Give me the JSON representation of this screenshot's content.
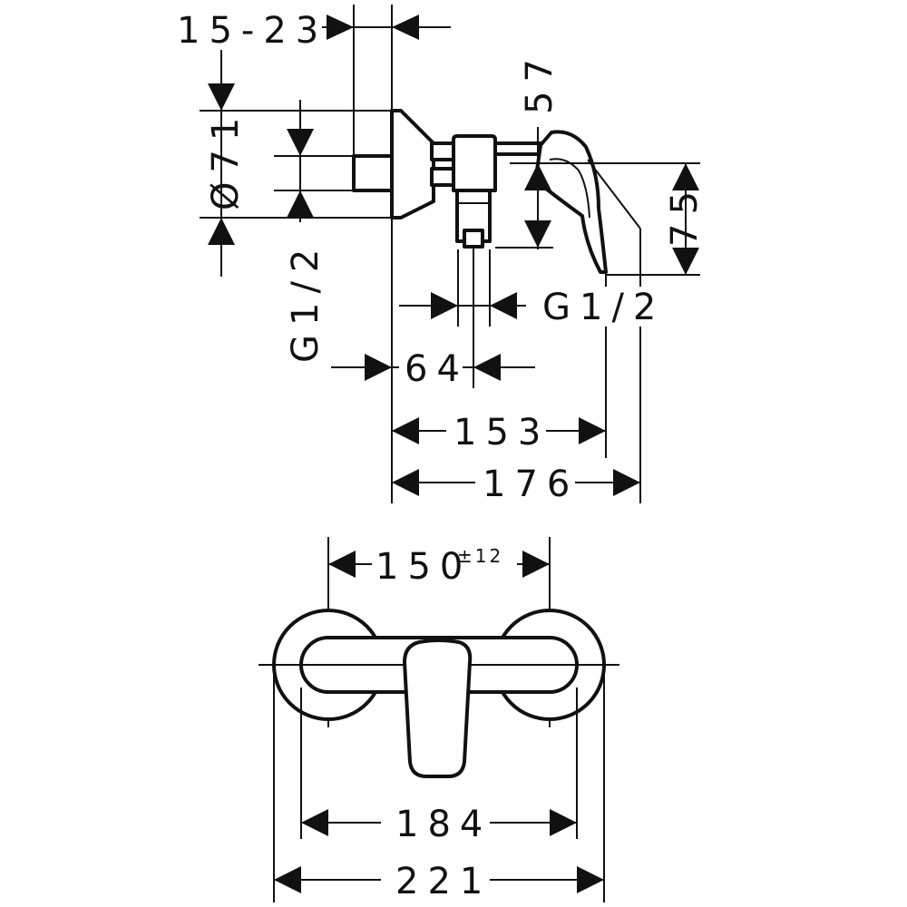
{
  "side_view": {
    "dims": {
      "wall_distance": "15-23",
      "rosette_diameter": "Ø71",
      "inlet_thread": "G1/2",
      "outlet_thread": "G1/2",
      "height_57": "57",
      "height_75": "75",
      "depth_64": "64",
      "depth_153": "153",
      "depth_176": "176"
    }
  },
  "front_view": {
    "dims": {
      "center_distance": "150",
      "center_tolerance": "±12",
      "width_184": "184",
      "width_221": "221"
    }
  }
}
